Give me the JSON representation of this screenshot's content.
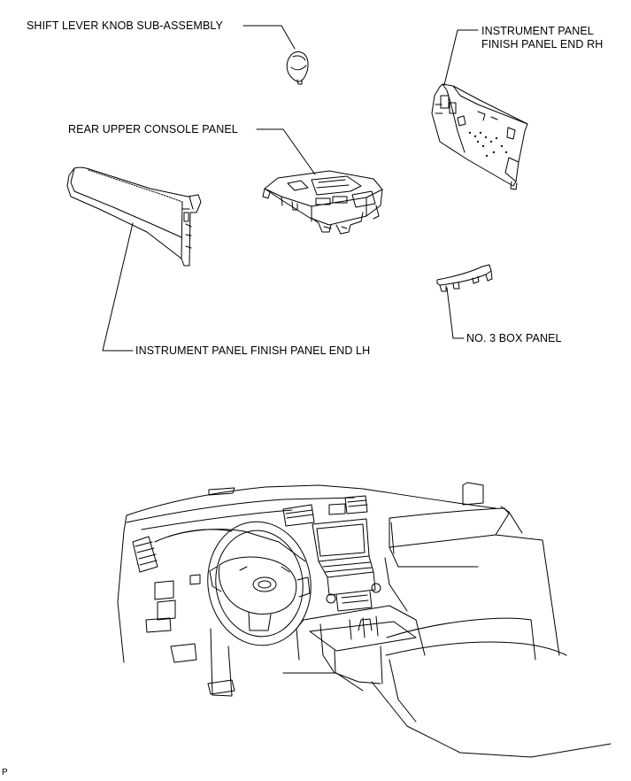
{
  "labels": {
    "shift_lever_knob": "SHIFT LEVER KNOB SUB-ASSEMBLY",
    "finish_panel_rh_line1": "INSTRUMENT PANEL",
    "finish_panel_rh_line2": "FINISH PANEL END RH",
    "rear_upper_console": "REAR UPPER CONSOLE PANEL",
    "finish_panel_lh": "INSTRUMENT PANEL FINISH PANEL END LH",
    "box_panel_3": "NO. 3 BOX PANEL"
  },
  "figure_id": "P"
}
